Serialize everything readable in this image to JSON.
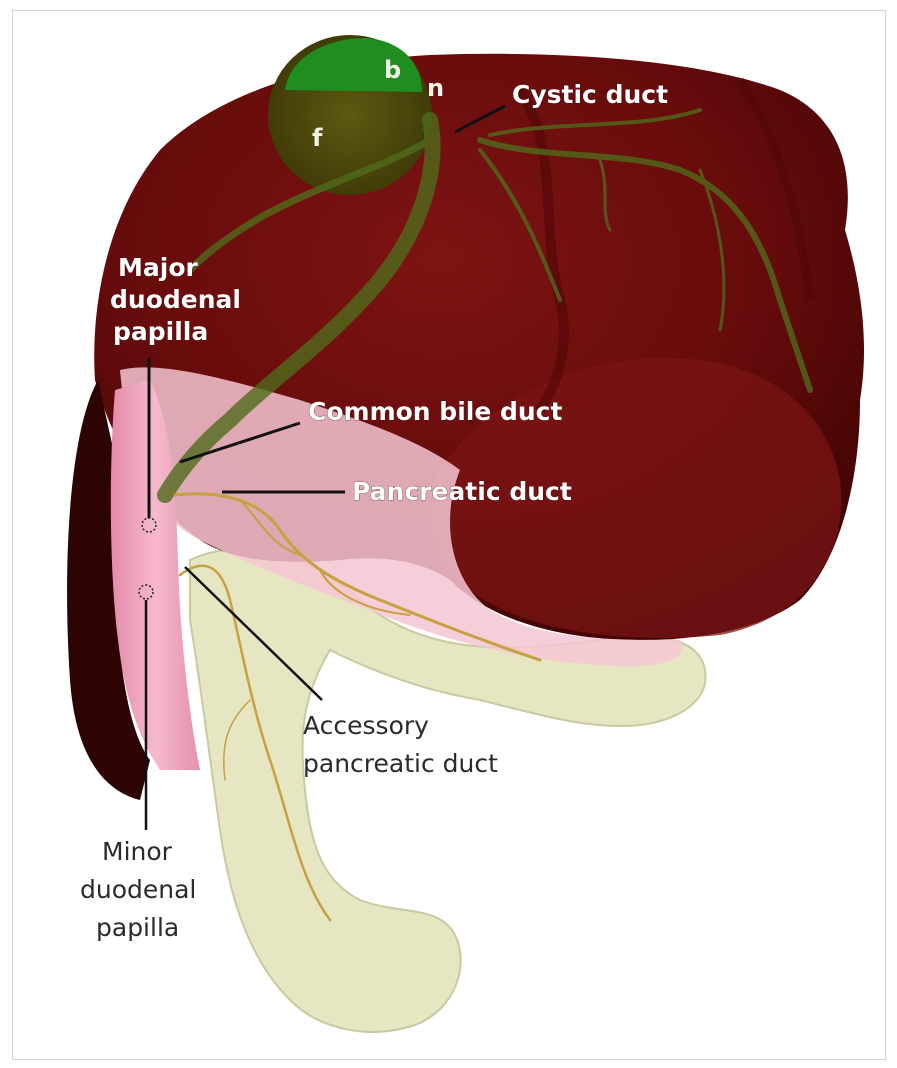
{
  "labels": {
    "gallbladder_b": "b",
    "gallbladder_n": "n",
    "gallbladder_f": "f",
    "cystic_duct": "Cystic duct",
    "major_papilla": [
      "Major",
      "duodenal",
      "papilla"
    ],
    "common_bile_duct": "Common bile duct",
    "pancreatic_duct": "Pancreatic duct",
    "accessory_duct": [
      "Accessory",
      "pancreatic duct"
    ],
    "minor_papilla": [
      "Minor",
      "duodenal",
      "papilla"
    ]
  },
  "colors": {
    "liver": "#6b0c0c",
    "liver_dark": "#3c0404",
    "gallbladder_fundus": "#1e8a1e",
    "gallbladder_body": "#4a4a0a",
    "bile_ducts": "#4f6b1a",
    "duodenum": "#f0a6c0",
    "pancreas_head": "#f4c6d2",
    "pancreas_tail": "#e6e7c2",
    "pancreatic_duct": "#c8a040"
  }
}
